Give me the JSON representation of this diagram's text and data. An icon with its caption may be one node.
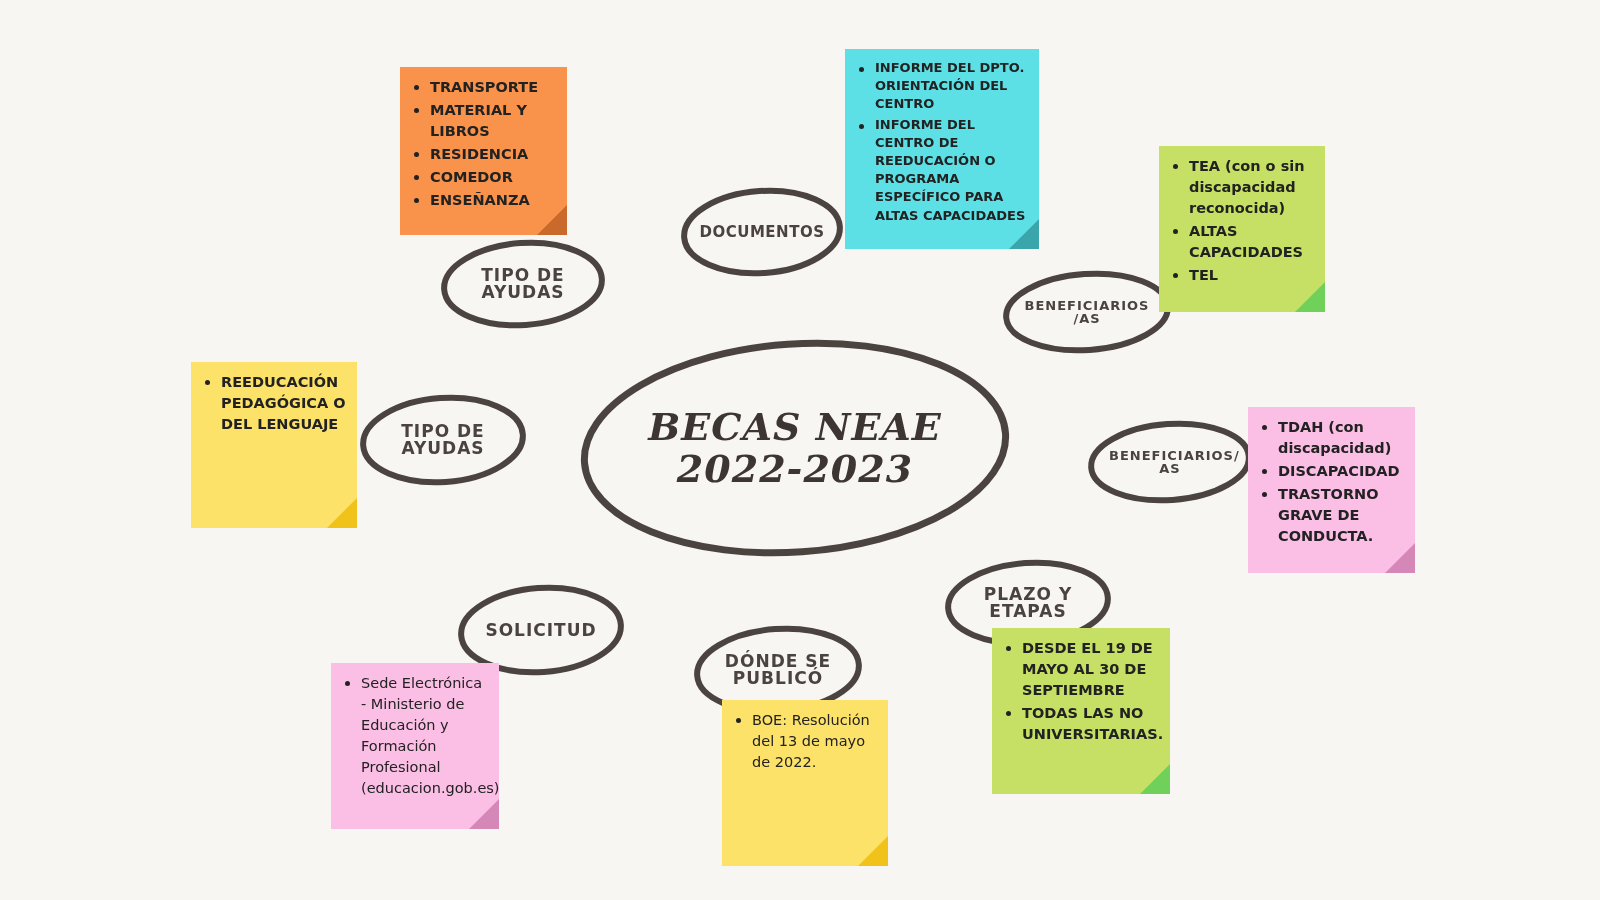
{
  "diagram": {
    "nodes": [
      {
        "text": [
          "TRANSPORTE",
          "MATERIAL Y LIBROS",
          "RESIDENCIA",
          "COMEDOR",
          "ENSEÑANZA"
        ]
      },
      {
        "text": [
          "INFORME DEL DPTO. ORIENTACIÓN DEL CENTRO",
          "INFORME DEL CENTRO DE REEDUCACIÓN O PROGRAMA ESPECÍFICO PARA ALTAS CAPACIDADES"
        ]
      },
      {
        "text": [
          "TIPO DE AYUDAS"
        ]
      },
      {
        "text": [
          "DOCUMENTOS"
        ]
      },
      {
        "text": [
          "TEA (con o sin discapacidad reconocida)",
          "ALTAS CAPACIDADES",
          "TEL"
        ]
      },
      {
        "text": [
          "BENEFICIARIOS /AS"
        ]
      },
      {
        "text": [
          "REEDUCACIÓN PEDAGÓGICA O DEL LENGUAJE"
        ]
      },
      {
        "text": [
          "TIPO DE AYUDAS"
        ]
      },
      {
        "text": [
          "BECAS NEAE 2022-2023"
        ]
      },
      {
        "text": [
          "BENEFICIARIOS/ AS"
        ]
      },
      {
        "text": [
          "TDAH (con discapacidad)",
          "DISCAPACIDAD",
          "TRASTORNO GRAVE DE CONDUCTA."
        ]
      },
      {
        "text": [
          "SOLICITUD"
        ]
      },
      {
        "text": [
          "PLAZO Y ETAPAS"
        ]
      },
      {
        "text": [
          "DÓNDE SE PUBLICÓ"
        ]
      },
      {
        "text": [
          "DESDE EL 19 DE MAYO AL 30 DE SEPTIEMBRE",
          "TODAS LAS NO UNIVERSITARIAS."
        ]
      },
      {
        "text": [
          "Sede Electrónica - Ministerio de Educación y Formación Profesional (educacion.gob.es)"
        ]
      },
      {
        "text": [
          "BOE: Resolución del 13 de mayo de 2022."
        ]
      }
    ],
    "edges": []
  }
}
